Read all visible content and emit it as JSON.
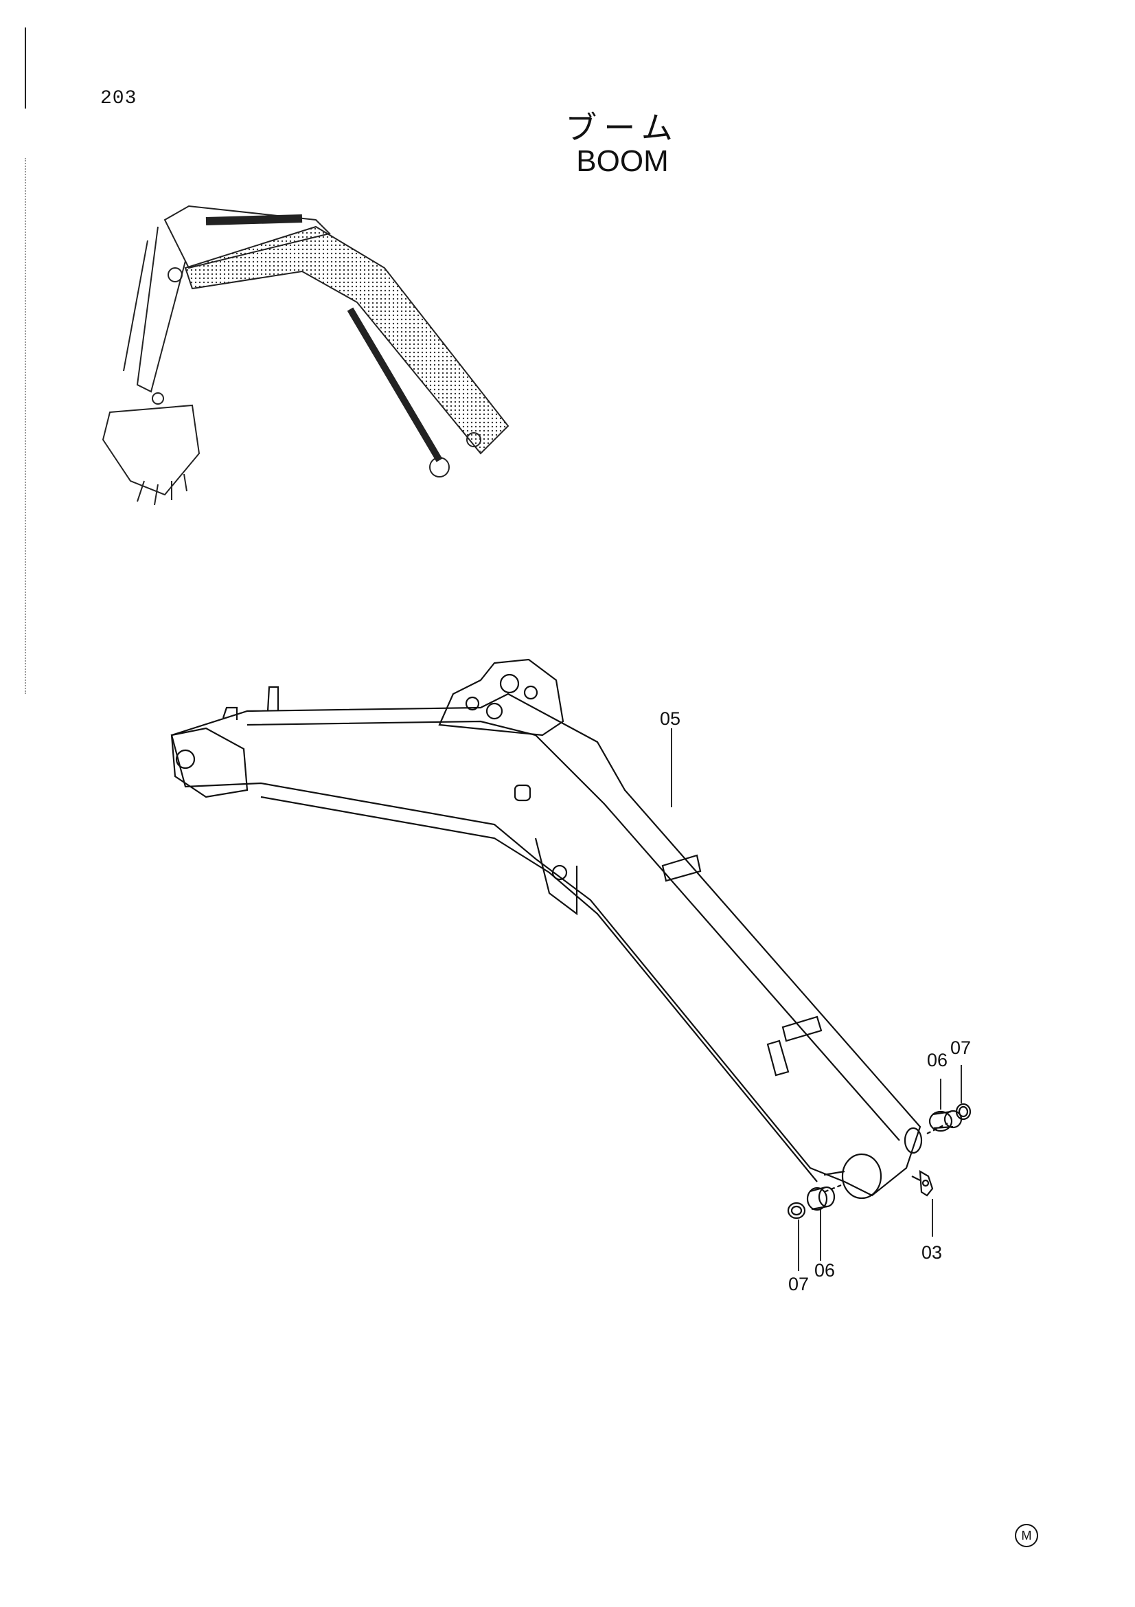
{
  "page": {
    "number": "203",
    "title_jp": "ブーム",
    "title_en": "BOOM",
    "mark": "M"
  },
  "callouts": [
    {
      "id": "05",
      "text": "05"
    },
    {
      "id": "06-upper",
      "text": "06"
    },
    {
      "id": "07-upper",
      "text": "07"
    },
    {
      "id": "03",
      "text": "03"
    },
    {
      "id": "06-lower",
      "text": "06"
    },
    {
      "id": "07-lower",
      "text": "07"
    }
  ]
}
